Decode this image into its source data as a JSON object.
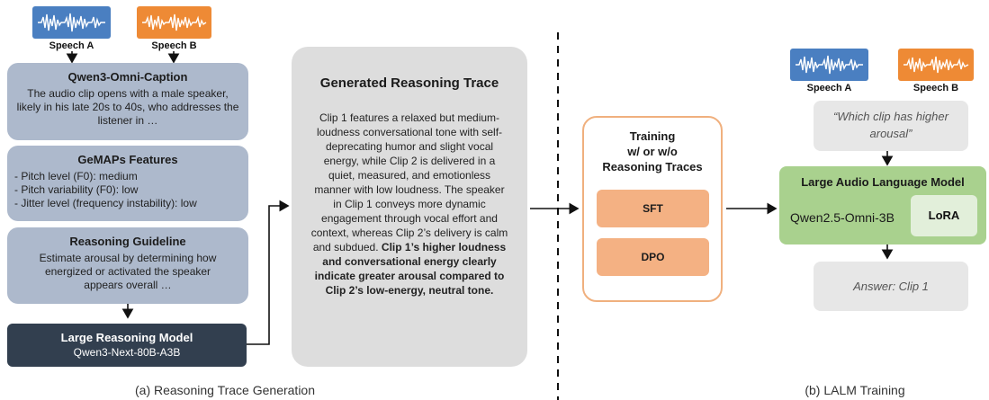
{
  "speech": {
    "a_label": "Speech A",
    "b_label": "Speech B"
  },
  "colors": {
    "speech_a": "#4a7fc1",
    "speech_b": "#ee8a35"
  },
  "caption_box": {
    "title": "Qwen3-Omni-Caption",
    "text": "The audio clip opens with a male speaker, likely in his late 20s to 40s, who addresses the listener in …"
  },
  "gemaps_box": {
    "title": "GeMAPs Features",
    "lines": [
      "- Pitch level (F0): medium",
      "- Pitch variability (F0): low",
      "- Jitter level (frequency instability): low"
    ]
  },
  "guideline_box": {
    "title": "Reasoning Guideline",
    "text": "Estimate arousal by determining how energized or activated the speaker appears overall …"
  },
  "lrm_box": {
    "title": "Large Reasoning Model",
    "subtitle": "Qwen3-Next-80B-A3B"
  },
  "trace_box": {
    "title": "Generated Reasoning Trace",
    "text": "Clip 1 features a relaxed but medium-loudness conversational tone with self-deprecating humor and slight vocal energy, while Clip 2 is delivered in a quiet, measured, and emotionless manner with low loudness. The speaker in Clip 1 conveys more dynamic engagement through vocal effort and context, whereas Clip 2’s delivery is calm and subdued.",
    "bold_text": "Clip 1’s higher loudness and conversational energy clearly indicate greater arousal compared to Clip 2’s low-energy, neutral tone."
  },
  "training_box": {
    "title_lines": [
      "Training",
      "w/ or w/o",
      "Reasoning Traces"
    ],
    "sft": "SFT",
    "dpo": "DPO"
  },
  "question_box": {
    "text": "“Which clip has higher arousal”"
  },
  "lalm_box": {
    "title": "Large Audio Language Model",
    "model": "Qwen2.5-Omni-3B",
    "lora": "LoRA"
  },
  "answer_box": {
    "text": "Answer: Clip 1"
  },
  "captions": {
    "left": "(a) Reasoning Trace Generation",
    "right": "(b) LALM Training"
  }
}
